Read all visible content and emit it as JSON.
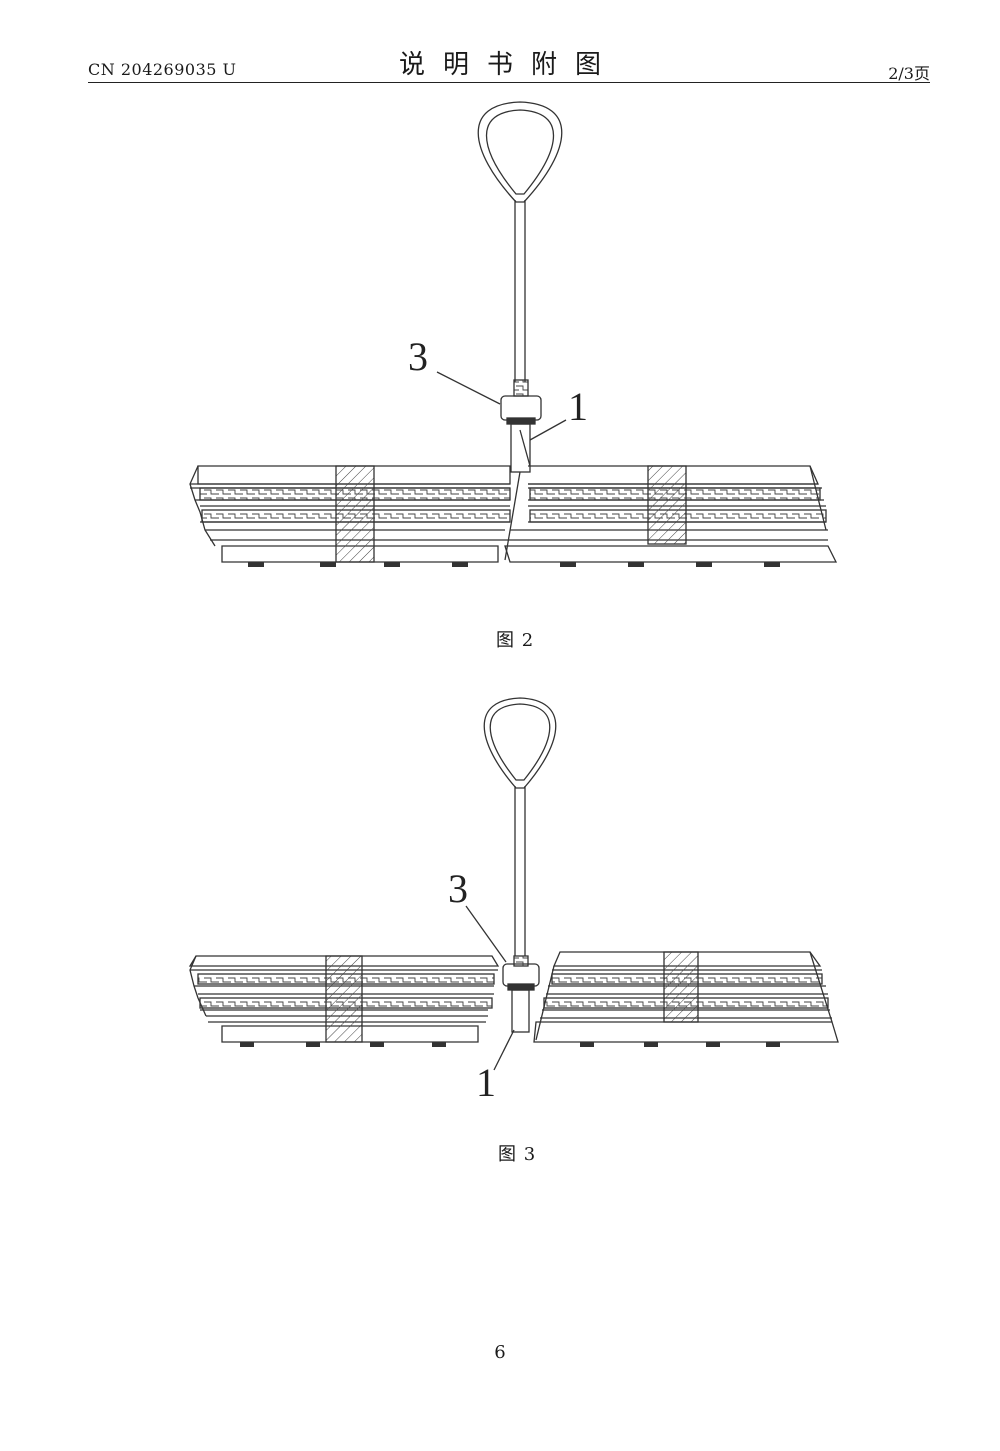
{
  "header": {
    "publication_number": "CN 204269035 U",
    "title": "说明书附图",
    "page_fraction": "2/3页"
  },
  "figures": [
    {
      "caption": "图 2",
      "labels": {
        "nut": "3",
        "rod": "1"
      }
    },
    {
      "caption": "图 3",
      "labels": {
        "nut": "3",
        "rod": "1"
      }
    }
  ],
  "footer": {
    "page_number": "6"
  }
}
